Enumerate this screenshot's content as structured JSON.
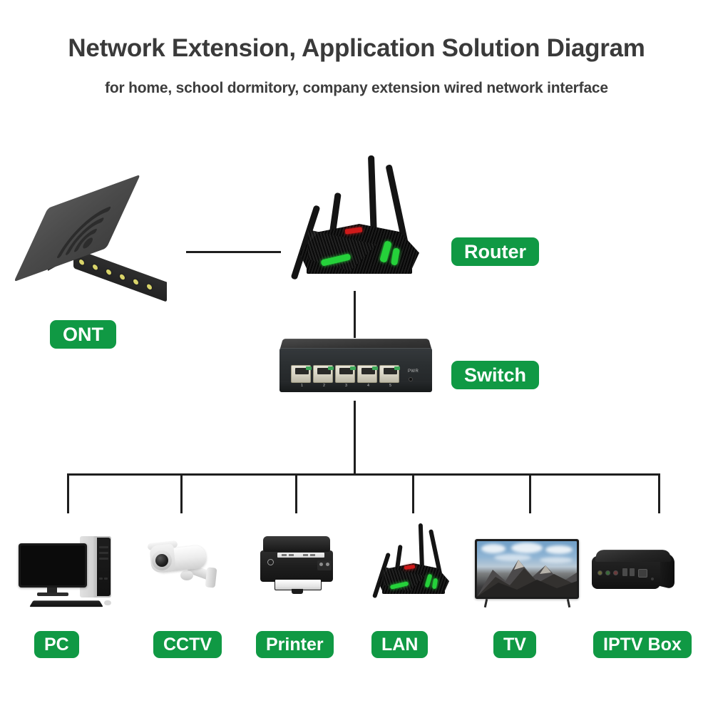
{
  "header": {
    "title": "Network Extension, Application Solution Diagram",
    "subtitle": "for home, school dormitory, company extension wired network interface"
  },
  "colors": {
    "badge_green": "#109944",
    "badge_text": "#ffffff",
    "line": "#1e1e1e",
    "title_text": "#3a3a3a",
    "background": "#ffffff",
    "router_accent_green": "#25d13a",
    "router_accent_red": "#cf1a1a",
    "ont_led": "#d9d46a"
  },
  "nodes": {
    "ont": {
      "label": "ONT",
      "icon": "ont-device-icon"
    },
    "router": {
      "label": "Router",
      "icon": "wifi-router-icon"
    },
    "switch": {
      "label": "Switch",
      "icon": "network-switch-icon",
      "port_numbers": [
        "1",
        "2",
        "3",
        "4",
        "5"
      ],
      "power_label": "PWR"
    }
  },
  "devices": [
    {
      "label": "PC",
      "icon": "desktop-computer-icon"
    },
    {
      "label": "CCTV",
      "icon": "security-camera-icon"
    },
    {
      "label": "Printer",
      "icon": "printer-icon"
    },
    {
      "label": "LAN",
      "icon": "wifi-router-icon"
    },
    {
      "label": "TV",
      "icon": "television-icon"
    },
    {
      "label": "IPTV Box",
      "icon": "set-top-box-icon"
    }
  ],
  "connections": [
    {
      "from": "ont",
      "to": "router"
    },
    {
      "from": "router",
      "to": "switch"
    },
    {
      "from": "switch",
      "to": "PC"
    },
    {
      "from": "switch",
      "to": "CCTV"
    },
    {
      "from": "switch",
      "to": "Printer"
    },
    {
      "from": "switch",
      "to": "LAN"
    },
    {
      "from": "switch",
      "to": "TV"
    },
    {
      "from": "switch",
      "to": "IPTV Box"
    }
  ]
}
